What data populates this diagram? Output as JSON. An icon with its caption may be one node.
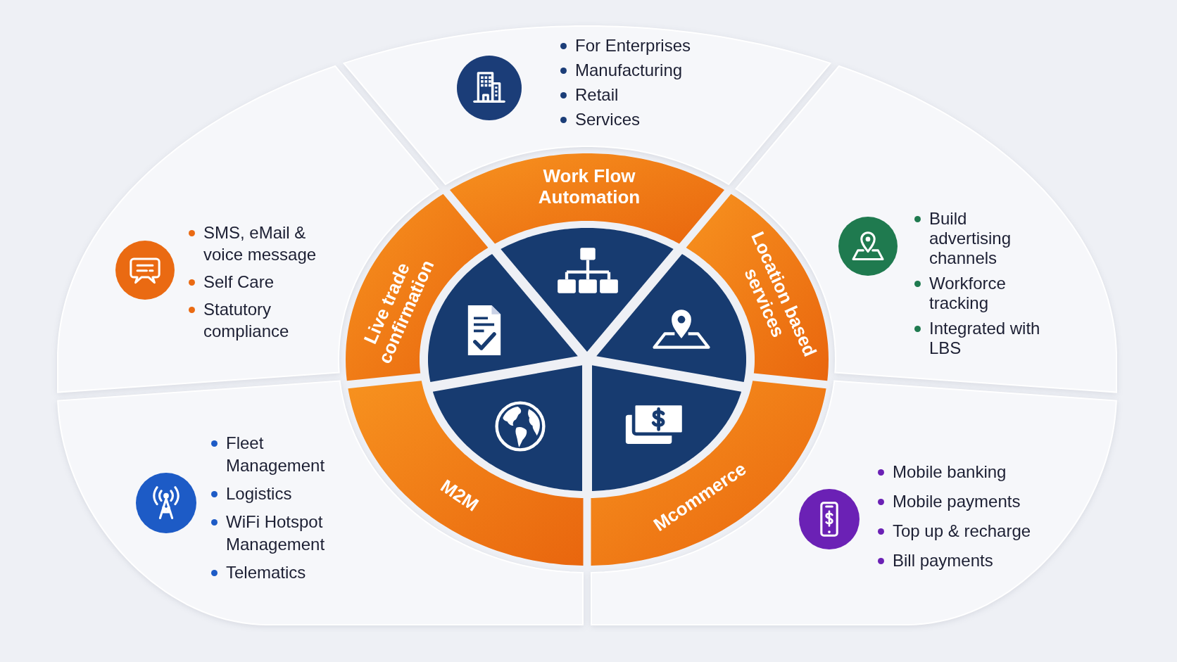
{
  "diagram": {
    "nodes": [
      {
        "text": [
          "For Enterprises",
          "Manufacturing",
          "Retail",
          "Services"
        ]
      },
      {
        "text": [
          "Build advertising channels",
          "Workforce tracking",
          "Integrated with LBS"
        ]
      },
      {
        "text": [
          "Mobile banking",
          "Mobile payments",
          "Top up & recharge",
          "Bill payments"
        ]
      },
      {
        "text": [
          "Fleet Management",
          "Logistics",
          "WiFi Hotspot Management",
          "Telematics"
        ]
      },
      {
        "text": [
          "SMS, eMail & voice message",
          "Self Care",
          "Statutory compliance"
        ]
      },
      {
        "text": [
          "Work Flow Automation"
        ]
      },
      {
        "text": [
          "Location based services"
        ]
      },
      {
        "text": [
          "Mcommerce"
        ]
      },
      {
        "text": [
          "M2M"
        ]
      },
      {
        "text": [
          "Live trade confirmation"
        ]
      }
    ]
  }
}
